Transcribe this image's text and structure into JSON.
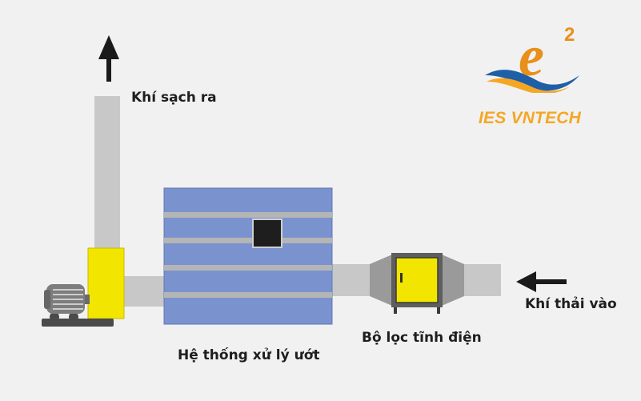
{
  "labels": {
    "clean_air_out": "Khí sạch ra",
    "exhaust_in": "Khí thải vào",
    "electrostatic_filter": "Bộ lọc tĩnh điện",
    "wet_treatment_system": "Hệ thống xử lý ướt"
  },
  "brand": {
    "name": "IES VNTECH",
    "logo_letter": "e",
    "logo_superscript": "2"
  },
  "colors": {
    "background": "#f1f1f1",
    "duct": "#c8c8c8",
    "scrubber": "#7a93cf",
    "stripe": "#b5b5b5",
    "yellow": "#f2e600",
    "motor": "#7d7d7d",
    "brand_orange": "#f5a623",
    "arrow": "#1a1a1a"
  }
}
